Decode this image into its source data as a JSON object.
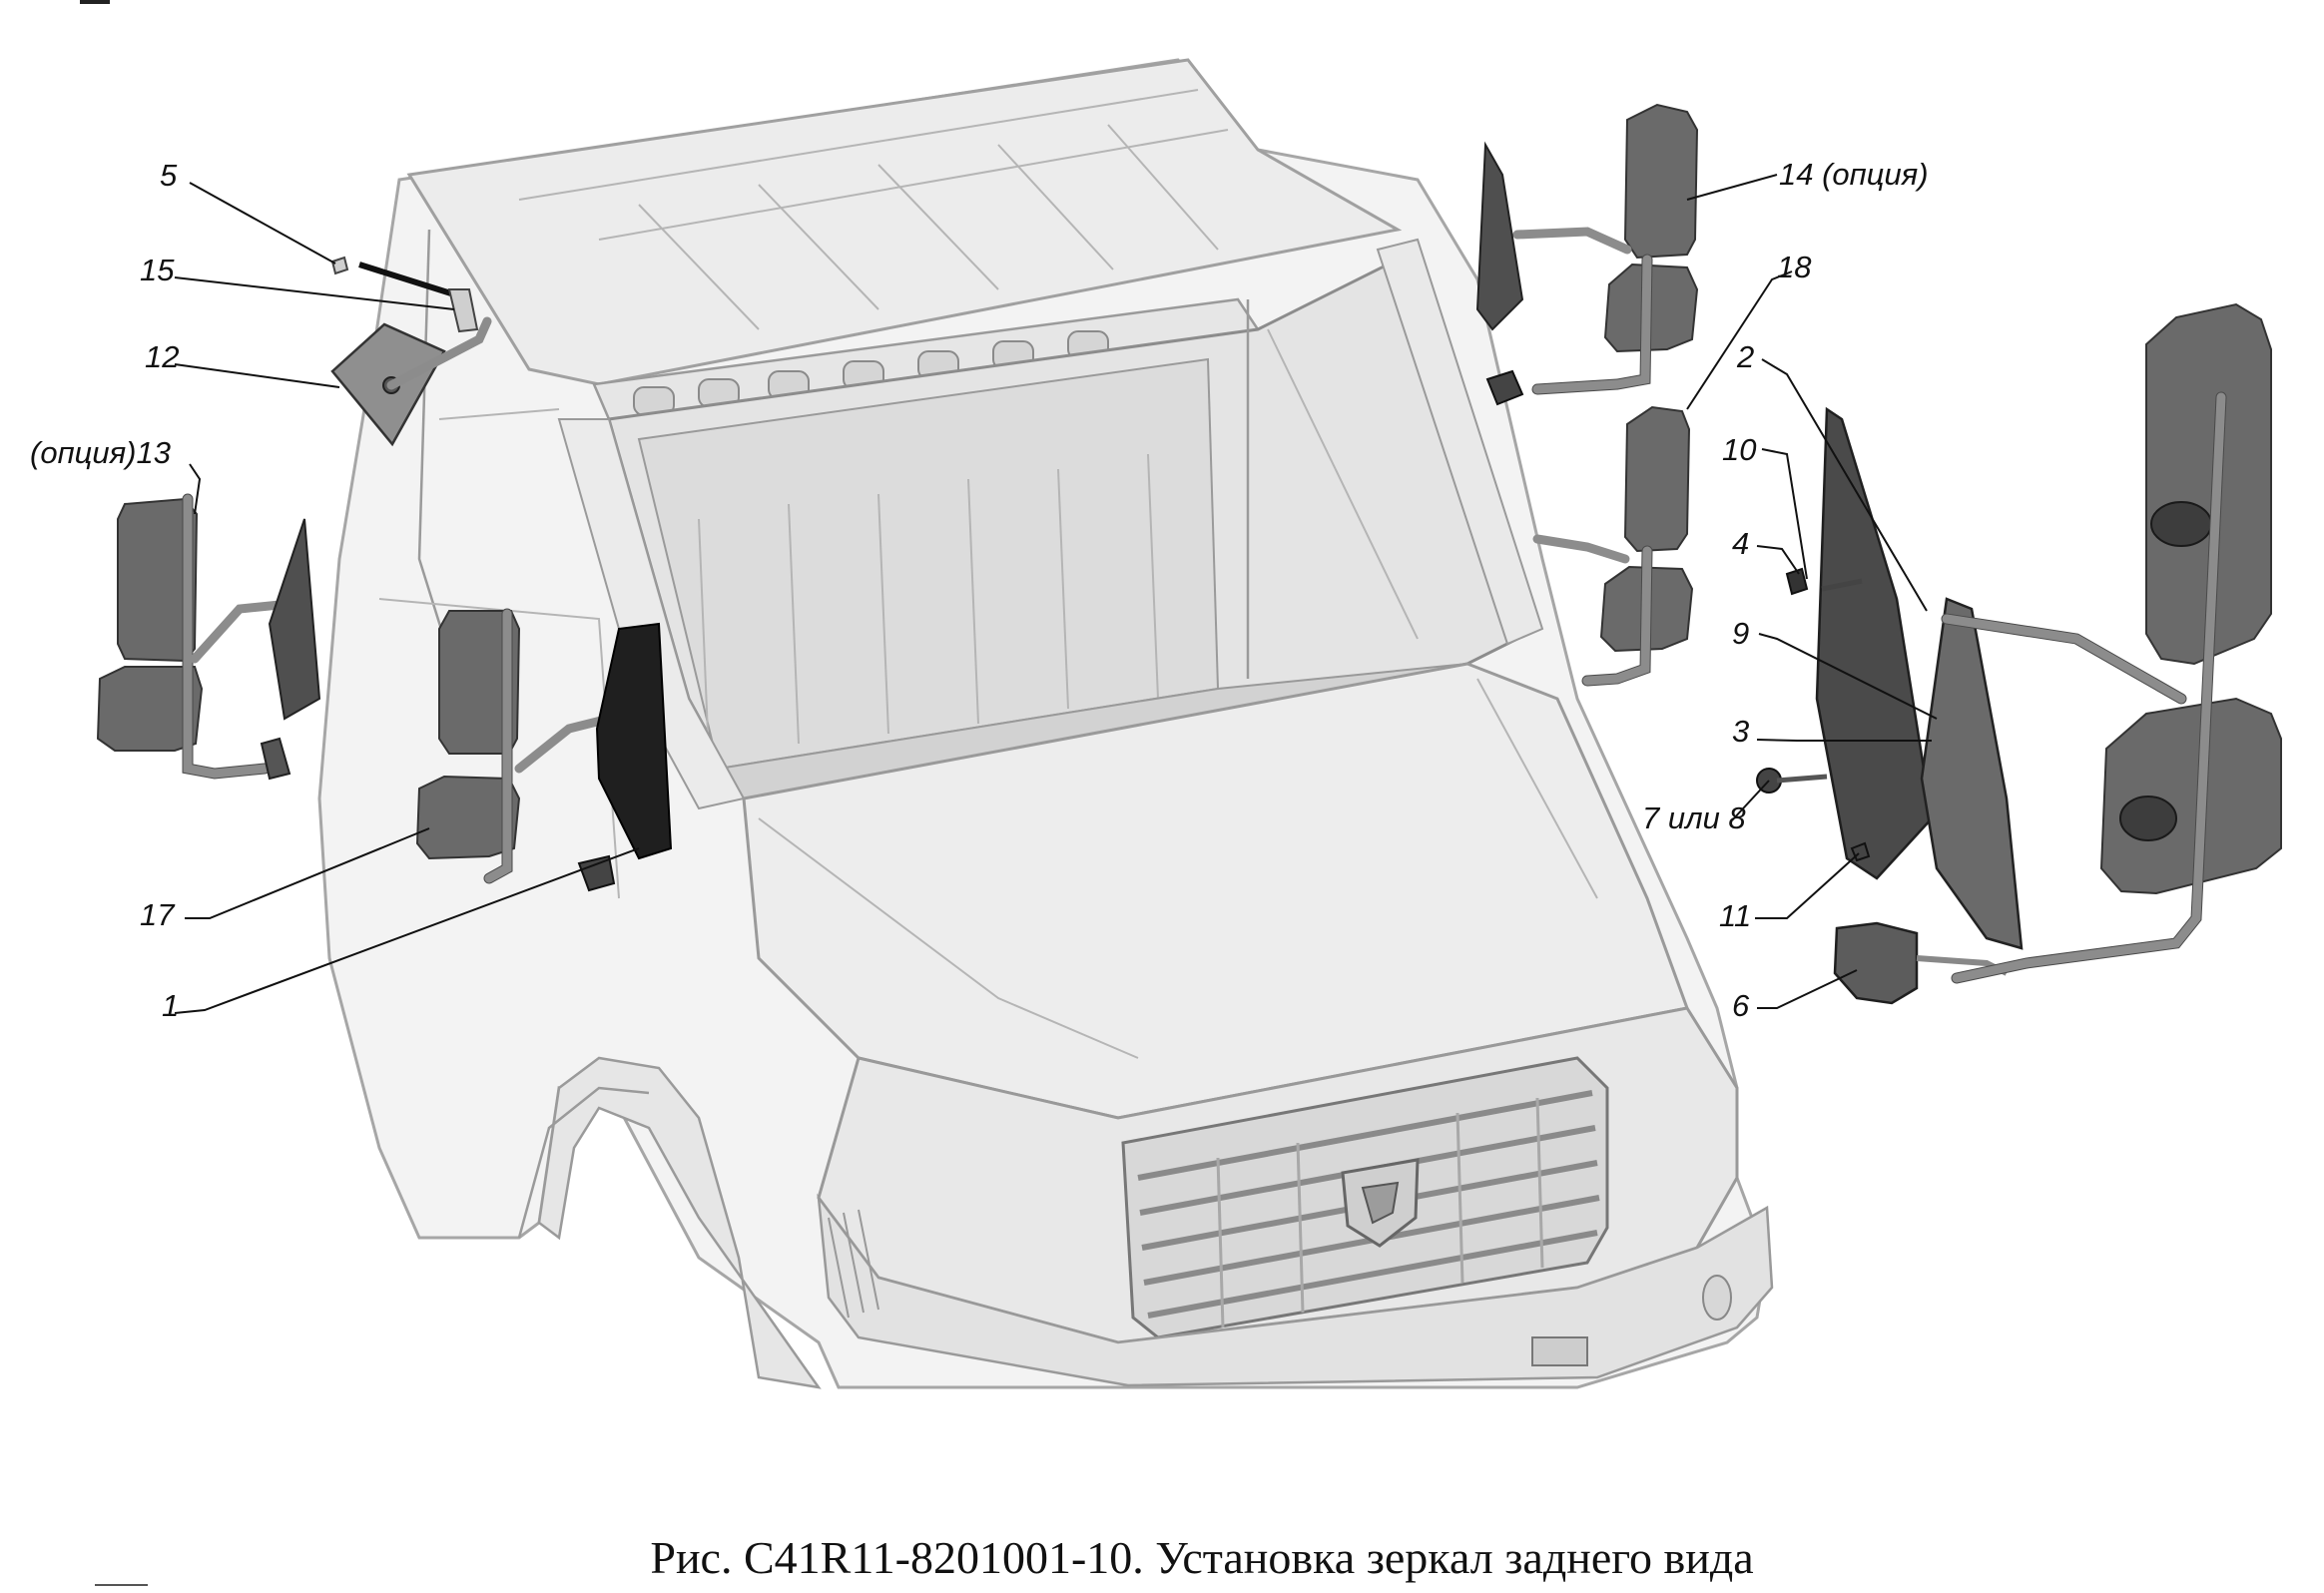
{
  "figure": {
    "caption": "Рис. С41R11-8201001-10. Установка зеркал заднего вида"
  },
  "callouts": {
    "c1": "1",
    "c2": "2",
    "c3": "3",
    "c4": "4",
    "c5": "5",
    "c6": "6",
    "c7or8": "7 или 8",
    "c9": "9",
    "c10": "10",
    "c11": "11",
    "c12": "12",
    "c13": "(опция)13",
    "c14": "14 (опция)",
    "c15": "15",
    "c17": "17",
    "c18": "18"
  }
}
